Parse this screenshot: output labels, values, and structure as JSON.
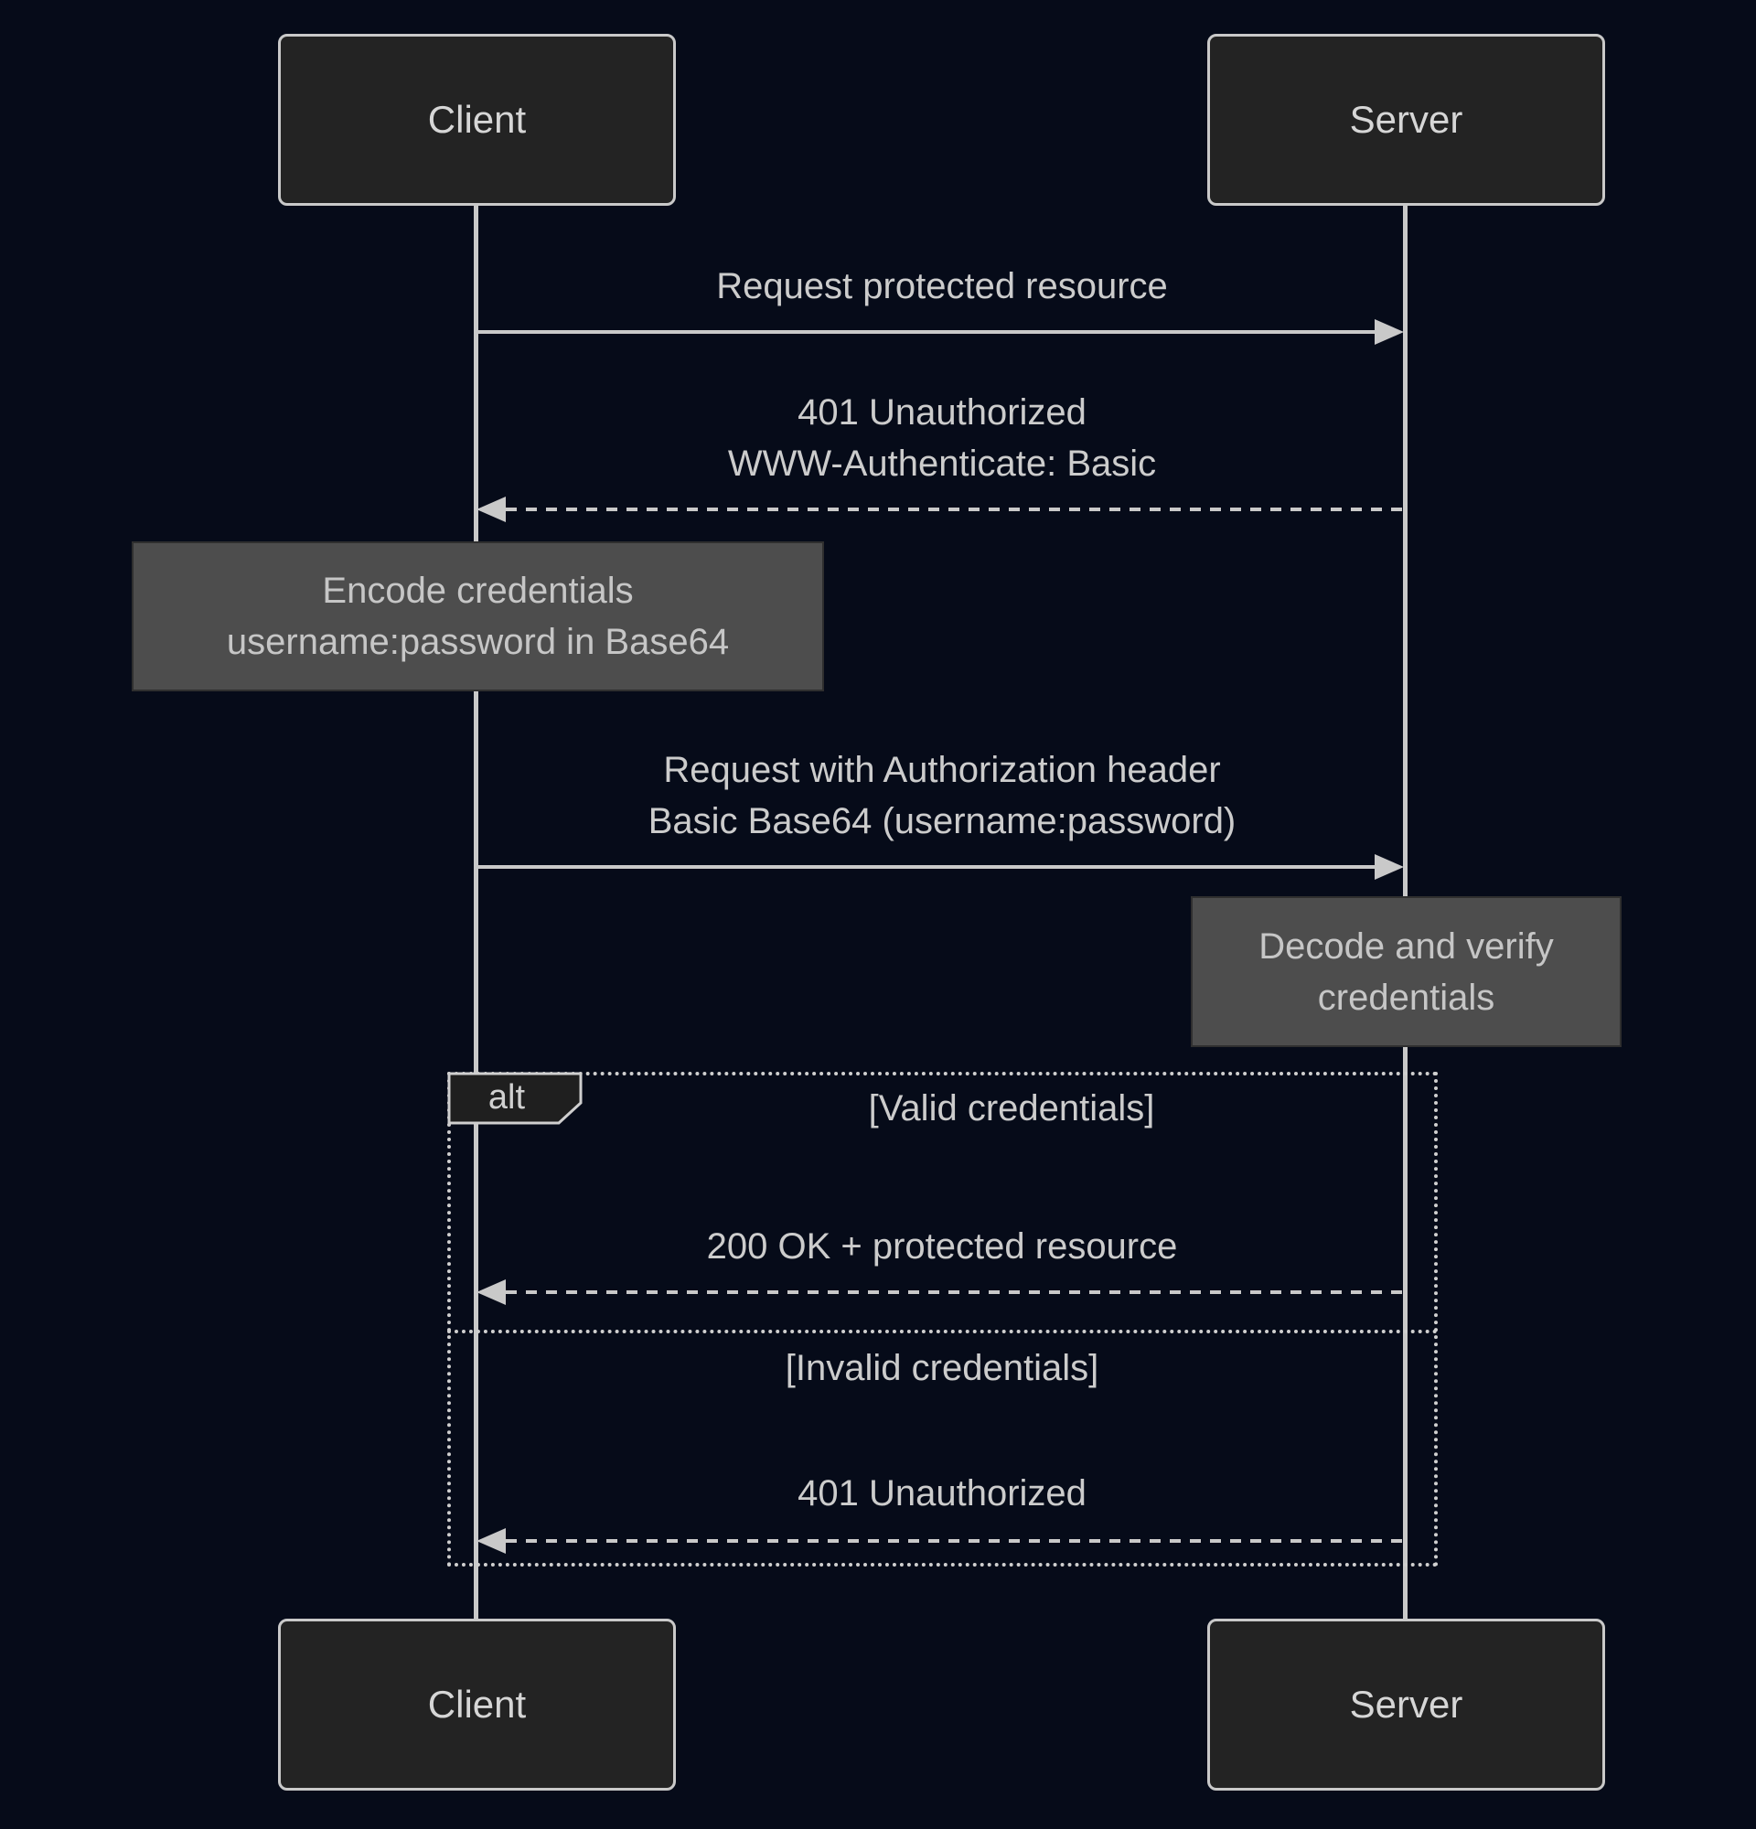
{
  "diagram_type": "sequence-diagram",
  "colors": {
    "background": "#060b19",
    "actor_box_fill": "#232323",
    "actor_box_border": "#c9c9c9",
    "note_fill": "#4d4d4d",
    "alt_label_fill": "#1f1f1f",
    "line": "#c9c9c9",
    "text": "#cccccc"
  },
  "actors": {
    "client": {
      "label": "Client"
    },
    "server": {
      "label": "Server"
    }
  },
  "messages": [
    {
      "id": "request-protected",
      "style": "solid",
      "direction": "client-to-server",
      "lines": [
        "Request protected resource"
      ]
    },
    {
      "id": "401-challenge",
      "style": "dashed",
      "direction": "server-to-client",
      "lines": [
        "401 Unauthorized",
        "WWW-Authenticate: Basic"
      ]
    },
    {
      "id": "auth-request",
      "style": "solid",
      "direction": "client-to-server",
      "lines": [
        "Request with Authorization header",
        "Basic Base64 (username:password)"
      ]
    },
    {
      "id": "200-ok",
      "style": "dashed",
      "direction": "server-to-client",
      "lines": [
        "200 OK + protected resource"
      ]
    },
    {
      "id": "401-again",
      "style": "dashed",
      "direction": "server-to-client",
      "lines": [
        "401 Unauthorized"
      ]
    }
  ],
  "notes": [
    {
      "id": "encode-note",
      "over": "client",
      "lines": [
        "Encode credentials",
        "username:password in Base64"
      ]
    },
    {
      "id": "decode-note",
      "over": "server",
      "lines": [
        "Decode and verify",
        "credentials"
      ]
    }
  ],
  "alt_block": {
    "label": "alt",
    "branches": [
      {
        "guard": "[Valid credentials]"
      },
      {
        "guard": "[Invalid credentials]"
      }
    ]
  }
}
